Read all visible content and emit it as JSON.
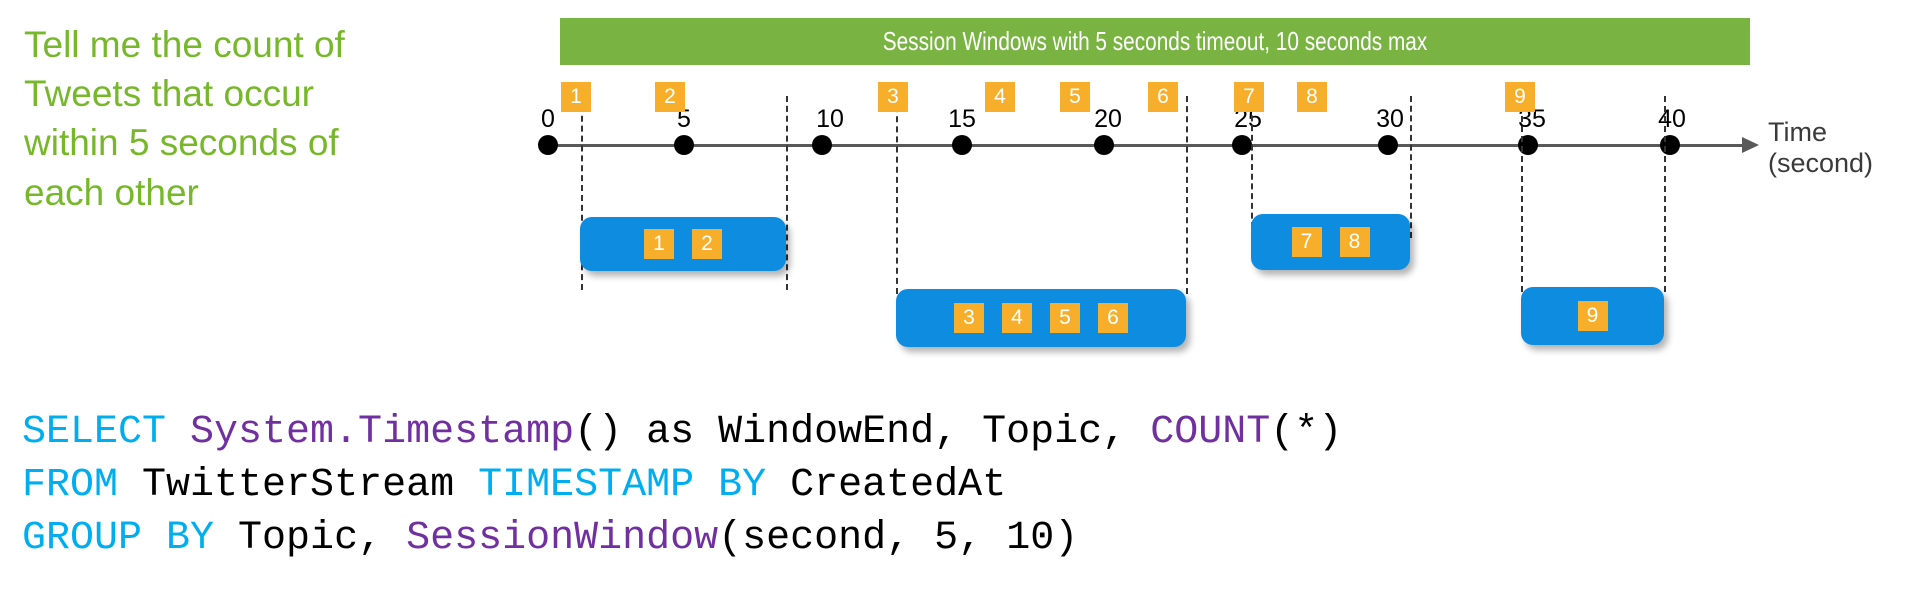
{
  "question": "Tell me the count of\nTweets that occur\nwithin 5 seconds of\neach other",
  "banner": {
    "title": "Session Windows with 5 seconds timeout, 10 seconds max",
    "color": "#79B443"
  },
  "axis": {
    "label_line1": "Time",
    "label_line2": "(second)",
    "ticks": [
      {
        "label": "0",
        "value": 0
      },
      {
        "label": "5",
        "value": 5
      },
      {
        "label": "10",
        "value": 10
      },
      {
        "label": "15",
        "value": 15
      },
      {
        "label": "20",
        "value": 20
      },
      {
        "label": "25",
        "value": 25
      },
      {
        "label": "30",
        "value": 30
      },
      {
        "label": "35",
        "value": 35
      },
      {
        "label": "40",
        "value": 40
      }
    ]
  },
  "colors": {
    "green": "#76B82A",
    "banner_green": "#79B443",
    "orange": "#F7AF2B",
    "blue": "#0D8CE0",
    "sql_blue": "#00AEEF",
    "sql_purple": "#7030A0"
  },
  "events": [
    {
      "label": "1"
    },
    {
      "label": "2"
    },
    {
      "label": "3"
    },
    {
      "label": "4"
    },
    {
      "label": "5"
    },
    {
      "label": "6"
    },
    {
      "label": "7"
    },
    {
      "label": "8"
    },
    {
      "label": "9"
    }
  ],
  "windows": [
    {
      "name": "window-1",
      "events": [
        "1",
        "2"
      ]
    },
    {
      "name": "window-2",
      "events": [
        "3",
        "4",
        "5",
        "6"
      ]
    },
    {
      "name": "window-3",
      "events": [
        "7",
        "8"
      ]
    },
    {
      "name": "window-4",
      "events": [
        "9"
      ]
    }
  ],
  "sql": {
    "line1": {
      "t1": "SELECT ",
      "t2": "System.Timestamp",
      "t3": "() as WindowEnd, Topic, ",
      "t4": "COUNT",
      "t5": "(*)"
    },
    "line2": {
      "t1": "FROM ",
      "t2": "TwitterStream ",
      "t3": "TIMESTAMP BY ",
      "t4": "CreatedAt"
    },
    "line3": {
      "t1": "GROUP BY ",
      "t2": "Topic, ",
      "t3": "SessionWindow",
      "t4": "(second, 5, 10)"
    }
  }
}
